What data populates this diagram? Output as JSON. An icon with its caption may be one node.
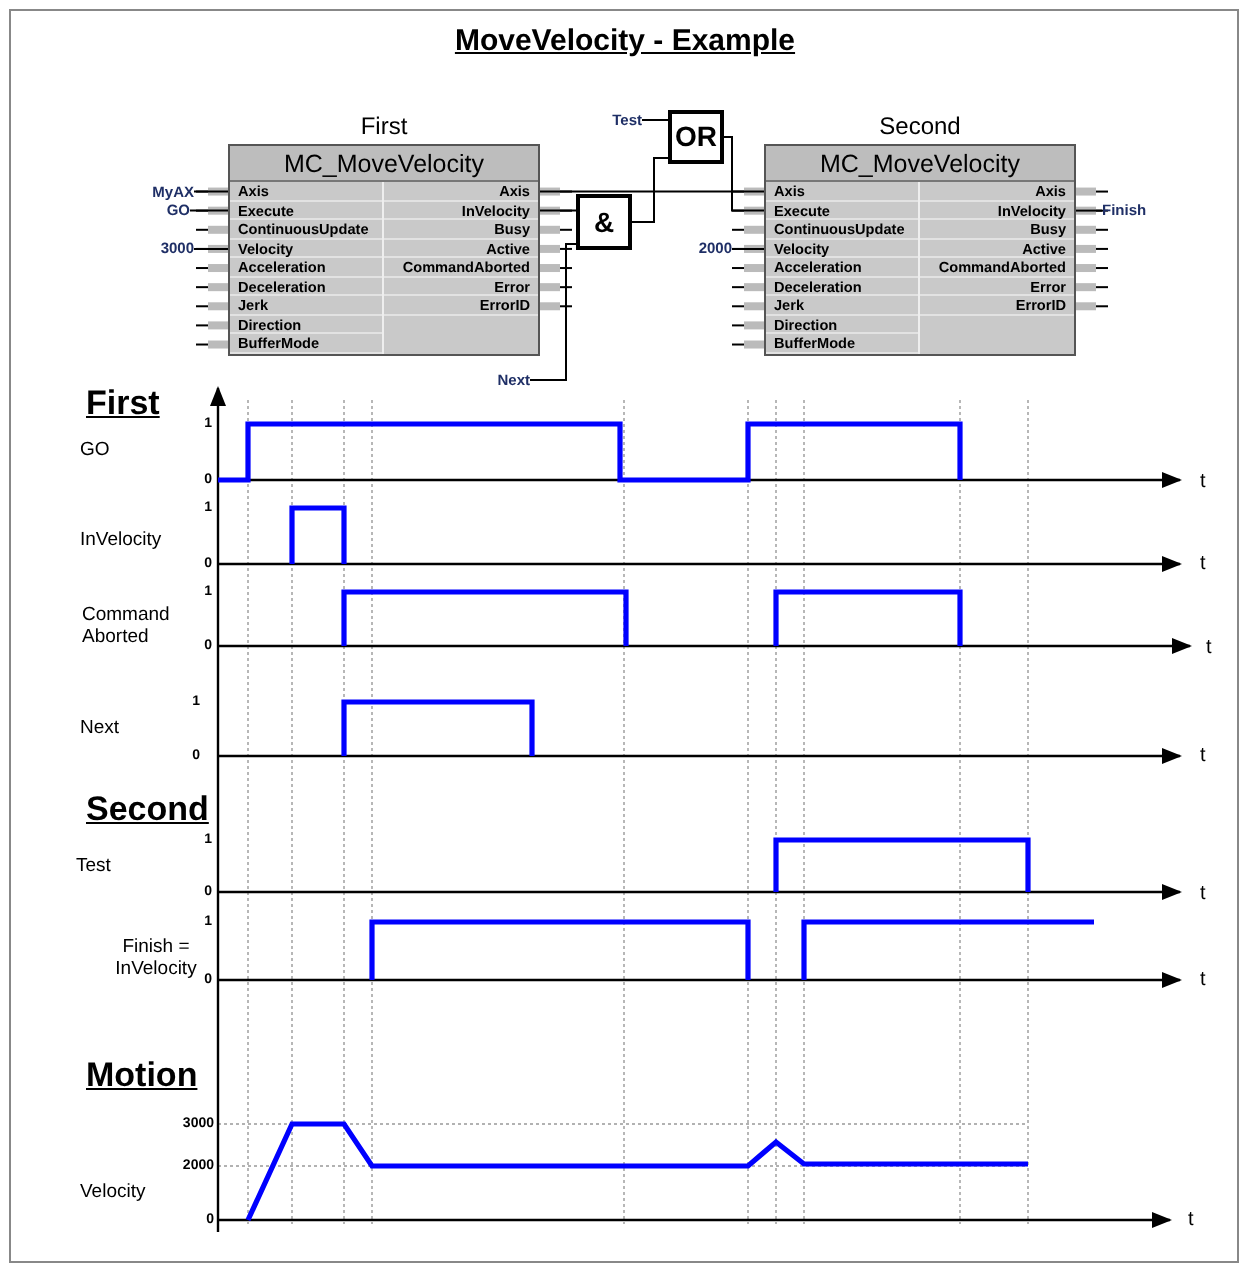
{
  "diagram": {
    "title": "MoveVelocity - Example",
    "nodes": [
      {
        "text": [
          "First",
          "MC_MoveVelocity"
        ]
      },
      {
        "text": [
          "Axis"
        ],
        "in": 0
      },
      {
        "text": [
          "Execute"
        ],
        "in": 0
      },
      {
        "text": [
          "ContinuousUpdate"
        ],
        "in": 0
      },
      {
        "text": [
          "Velocity"
        ],
        "in": 0
      },
      {
        "text": [
          "Acceleration"
        ],
        "in": 0
      },
      {
        "text": [
          "Deceleration"
        ],
        "in": 0
      },
      {
        "text": [
          "Jerk"
        ],
        "in": 0
      },
      {
        "text": [
          "Direction"
        ],
        "in": 0
      },
      {
        "text": [
          "BufferMode"
        ],
        "in": 0
      },
      {
        "text": [
          "Axis"
        ],
        "in": 0
      },
      {
        "text": [
          "InVelocity"
        ],
        "in": 0
      },
      {
        "text": [
          "Busy"
        ],
        "in": 0
      },
      {
        "text": [
          "Active"
        ],
        "in": 0
      },
      {
        "text": [
          "CommandAborted"
        ],
        "in": 0
      },
      {
        "text": [
          "Error"
        ],
        "in": 0
      },
      {
        "text": [
          "ErrorID"
        ],
        "in": 0
      },
      {
        "text": [
          "Second",
          "MC_MoveVelocity"
        ]
      },
      {
        "text": [
          "Axis"
        ],
        "in": 17
      },
      {
        "text": [
          "Execute"
        ],
        "in": 17
      },
      {
        "text": [
          "ContinuousUpdate"
        ],
        "in": 17
      },
      {
        "text": [
          "Velocity"
        ],
        "in": 17
      },
      {
        "text": [
          "Acceleration"
        ],
        "in": 17
      },
      {
        "text": [
          "Deceleration"
        ],
        "in": 17
      },
      {
        "text": [
          "Jerk"
        ],
        "in": 17
      },
      {
        "text": [
          "Direction"
        ],
        "in": 17
      },
      {
        "text": [
          "BufferMode"
        ],
        "in": 17
      },
      {
        "text": [
          "Axis"
        ],
        "in": 17
      },
      {
        "text": [
          "InVelocity"
        ],
        "in": 17
      },
      {
        "text": [
          "Busy"
        ],
        "in": 17
      },
      {
        "text": [
          "Active"
        ],
        "in": 17
      },
      {
        "text": [
          "CommandAborted"
        ],
        "in": 17
      },
      {
        "text": [
          "Error"
        ],
        "in": 17
      },
      {
        "text": [
          "ErrorID"
        ],
        "in": 17
      },
      {
        "text": [
          "MyAX"
        ]
      },
      {
        "text": [
          "GO"
        ]
      },
      {
        "text": [
          "3000"
        ]
      },
      {
        "text": [
          "Next"
        ]
      },
      {
        "text": [
          "&"
        ]
      },
      {
        "text": [
          "Test"
        ]
      },
      {
        "text": [
          "OR"
        ]
      },
      {
        "text": [
          "2000"
        ]
      },
      {
        "text": [
          "Finish"
        ]
      }
    ],
    "edges": [
      {
        "from": 34,
        "to": 1,
        "arrow": "none"
      },
      {
        "from": 35,
        "to": 2,
        "arrow": "none"
      },
      {
        "from": 36,
        "to": 4,
        "arrow": "none"
      },
      {
        "from": 10,
        "to": 18,
        "arrow": "none"
      },
      {
        "from": 11,
        "to": 38,
        "arrow": "none"
      },
      {
        "from": 37,
        "to": 38,
        "arrow": "none"
      },
      {
        "from": 38,
        "to": 40,
        "arrow": "none"
      },
      {
        "from": 39,
        "to": 40,
        "arrow": "none"
      },
      {
        "from": 40,
        "to": 19,
        "arrow": "none"
      },
      {
        "from": 41,
        "to": 21,
        "arrow": "none"
      },
      {
        "from": 28,
        "to": 42,
        "arrow": "none"
      }
    ],
    "labels": [
      "First",
      "1",
      "GO",
      "0",
      "t",
      "1",
      "InVelocity",
      "0",
      "t",
      "1",
      "Command Aborted",
      "0",
      "t",
      "1",
      "Next",
      "0",
      "t",
      "Second",
      "1",
      "Test",
      "0",
      "t",
      "1",
      "Finish = InVelocity",
      "0",
      "t",
      "Motion",
      "3000",
      "2000",
      "Velocity",
      "0",
      "t"
    ]
  }
}
